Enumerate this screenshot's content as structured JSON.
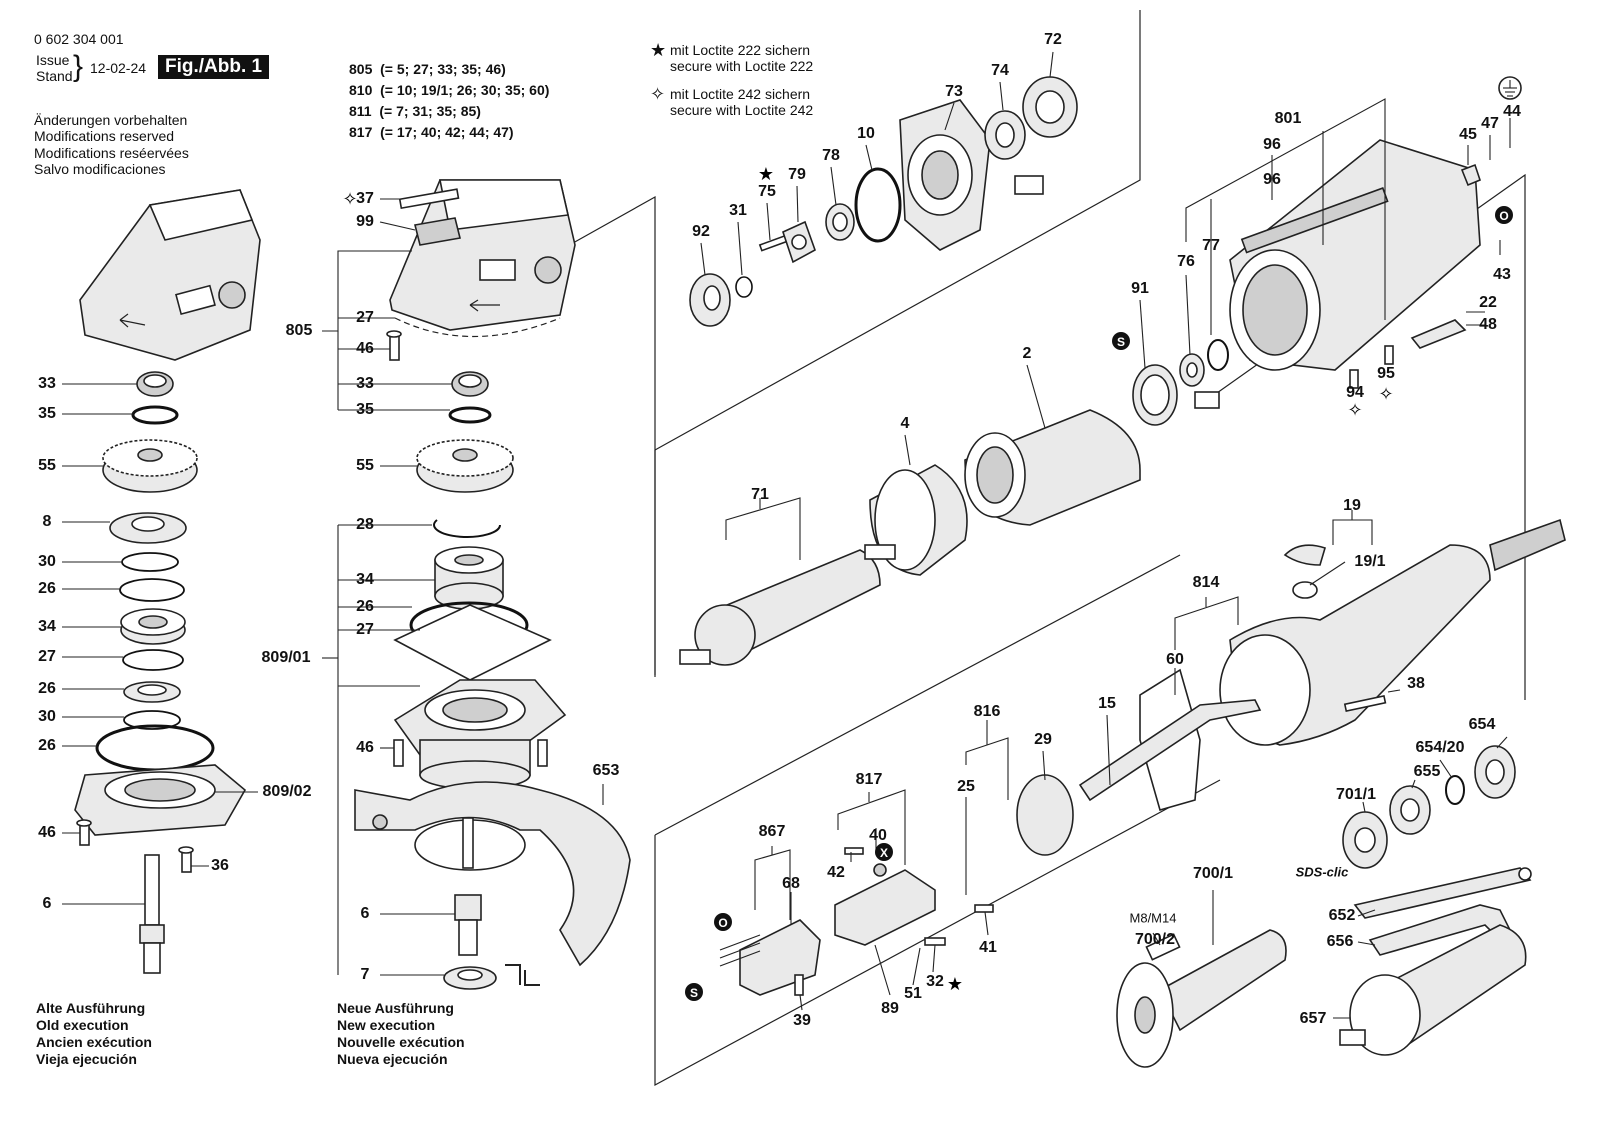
{
  "header": {
    "doc_number": "0 602 304 001",
    "issue_label": "Issue",
    "stand_label": "Stand",
    "date": "12-02-24",
    "figure": "Fig./Abb. 1",
    "modifications": [
      "Änderungen vorbehalten",
      "Modifications reserved",
      "Modifications reséervées",
      "Salvo modificaciones"
    ]
  },
  "kits": [
    {
      "id": "805",
      "parts": "(= 5; 27; 33; 35; 46)"
    },
    {
      "id": "810",
      "parts": "(= 10; 19/1; 26; 30; 35; 60)"
    },
    {
      "id": "811",
      "parts": "(= 7; 31; 35; 85)"
    },
    {
      "id": "817",
      "parts": "(= 17; 40; 42; 44; 47)"
    }
  ],
  "loctite": {
    "l222": [
      "mit Loctite 222 sichern",
      "secure with Loctite 222"
    ],
    "l242": [
      "mit Loctite 242 sichern",
      "secure with Loctite 242"
    ]
  },
  "old_execution": [
    "Alte Ausführung",
    "Old execution",
    "Ancien exécution",
    "Vieja ejecución"
  ],
  "new_execution": [
    "Neue Ausführung",
    "New execution",
    "Nouvelle exécution",
    "Nueva ejecución"
  ],
  "part_labels": [
    "33",
    "35",
    "55",
    "8",
    "30",
    "26",
    "34",
    "27",
    "26",
    "30",
    "26",
    "809/02",
    "46",
    "36",
    "6",
    "37",
    "99",
    "805",
    "27",
    "46",
    "33",
    "35",
    "55",
    "28",
    "34",
    "26",
    "27",
    "809/01",
    "46",
    "6",
    "7",
    "653",
    "92",
    "31",
    "75",
    "79",
    "78",
    "10",
    "73",
    "74",
    "72",
    "801",
    "96",
    "96",
    "76",
    "77",
    "91",
    "2",
    "4",
    "71",
    "45",
    "47",
    "44",
    "43",
    "22",
    "48",
    "95",
    "94",
    "19",
    "19/1",
    "814",
    "60",
    "38",
    "15",
    "29",
    "816",
    "25",
    "817",
    "40",
    "42",
    "867",
    "68",
    "41",
    "32",
    "51",
    "89",
    "39",
    "654",
    "654/20",
    "655",
    "701/1",
    "652",
    "656",
    "700/1",
    "M8/M14",
    "700/2",
    "657",
    "SDS-clic"
  ],
  "symbols": {
    "s": "S",
    "o": "O",
    "x": "X"
  }
}
